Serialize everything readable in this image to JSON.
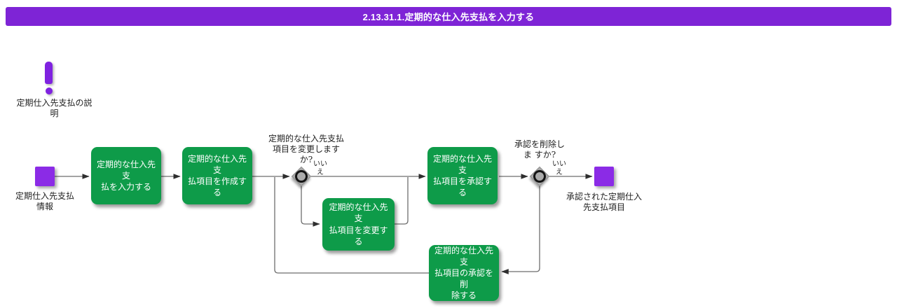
{
  "title": "2.13.31.1.定期的な仕入先支払を入力する",
  "colors": {
    "header_purple": "#7e24d6",
    "node_purple": "#8b2be6",
    "process_green": "#0e9b49",
    "connector_gray": "#6e6e6e",
    "diamond_gray": "#ababab"
  },
  "annotation": {
    "icon": "exclamation-icon",
    "label": "定期仕入先支払の説\n明"
  },
  "start_event": {
    "label": "定期仕入先支払\n情報"
  },
  "end_event": {
    "label": "承認された定期仕入\n先支払項目"
  },
  "process_boxes": [
    {
      "label": "定期的な仕入先支\n払を入力する"
    },
    {
      "label": "定期的な仕入先支\n払項目を作成する"
    },
    {
      "label": "定期的な仕入先支\n払項目を変更する"
    },
    {
      "label": "定期的な仕入先支\n払項目を承認する"
    },
    {
      "label": "定期的な仕入先支\n払項目の承認を削\n除する"
    }
  ],
  "decisions": [
    {
      "question": "定期的な仕入先支払\n項目を変更します\nか?",
      "no_label": "いい\nえ"
    },
    {
      "question": "承認を削除し\nま すか?",
      "no_label": "いい\nえ"
    }
  ]
}
